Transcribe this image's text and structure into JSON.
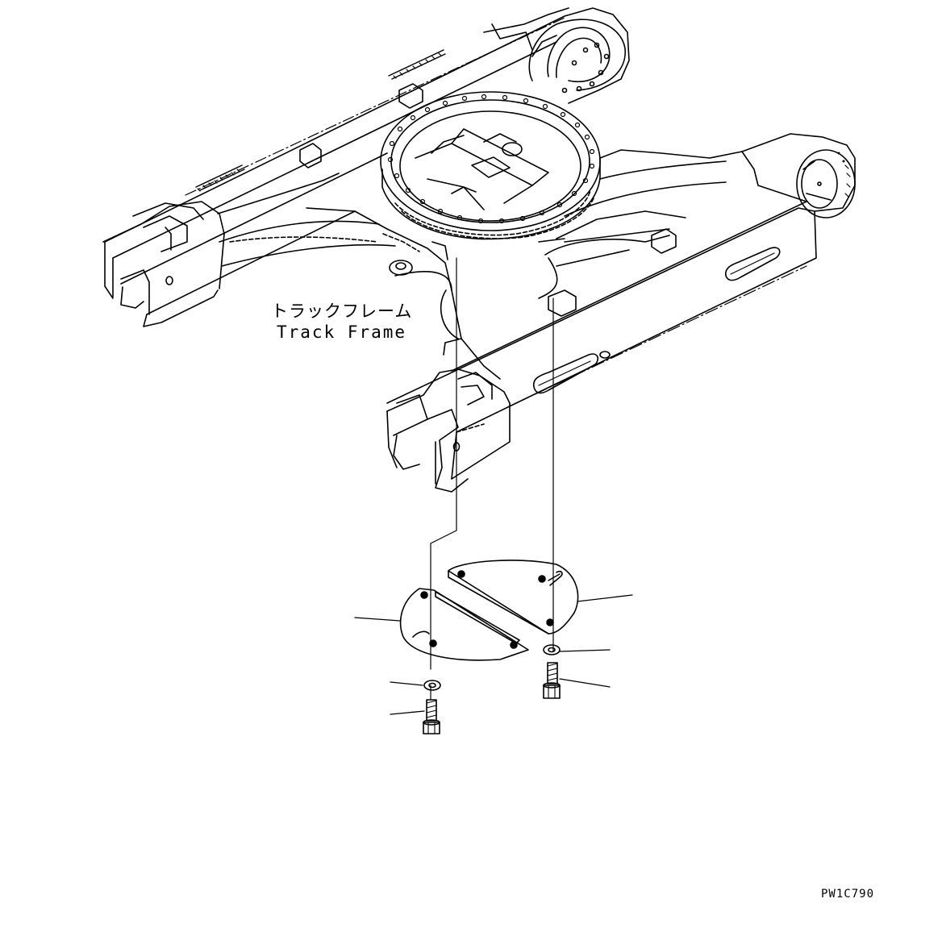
{
  "labels": {
    "part_name_jp": "トラックフレーム",
    "part_name_en": "Track Frame",
    "figure_code": "PW1C790"
  },
  "colors": {
    "line": "#000000",
    "background": "#ffffff"
  }
}
